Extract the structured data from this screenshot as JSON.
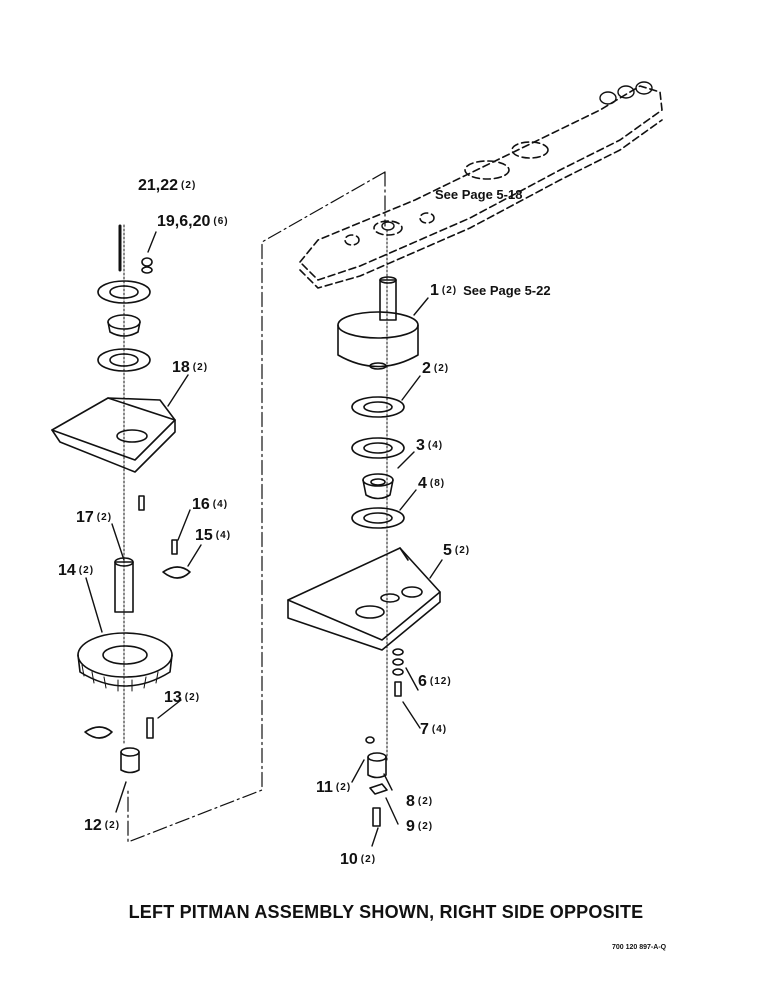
{
  "notes": {
    "see_page_top": "See Page 5-18",
    "see_page_pulley": "See Page 5-22"
  },
  "callouts": [
    {
      "id": "c-21-22",
      "num": "21,22",
      "qty": "(2)"
    },
    {
      "id": "c-19-6-20",
      "num": "19,6,20",
      "qty": "(6)"
    },
    {
      "id": "c-18",
      "num": "18",
      "qty": "(2)"
    },
    {
      "id": "c-17",
      "num": "17",
      "qty": "(2)"
    },
    {
      "id": "c-16",
      "num": "16",
      "qty": "(4)"
    },
    {
      "id": "c-15",
      "num": "15",
      "qty": "(4)"
    },
    {
      "id": "c-14",
      "num": "14",
      "qty": "(2)"
    },
    {
      "id": "c-13",
      "num": "13",
      "qty": "(2)"
    },
    {
      "id": "c-12",
      "num": "12",
      "qty": "(2)"
    },
    {
      "id": "c-1",
      "num": "1",
      "qty": "(2)"
    },
    {
      "id": "c-2",
      "num": "2",
      "qty": "(2)"
    },
    {
      "id": "c-3",
      "num": "3",
      "qty": "(4)"
    },
    {
      "id": "c-4",
      "num": "4",
      "qty": "(8)"
    },
    {
      "id": "c-5",
      "num": "5",
      "qty": "(2)"
    },
    {
      "id": "c-6",
      "num": "6",
      "qty": "(12)"
    },
    {
      "id": "c-7",
      "num": "7",
      "qty": "(4)"
    },
    {
      "id": "c-11",
      "num": "11",
      "qty": "(2)"
    },
    {
      "id": "c-8",
      "num": "8",
      "qty": "(2)"
    },
    {
      "id": "c-9",
      "num": "9",
      "qty": "(2)"
    },
    {
      "id": "c-10",
      "num": "10",
      "qty": "(2)"
    }
  ],
  "caption": "LEFT PITMAN ASSEMBLY SHOWN, RIGHT SIDE OPPOSITE",
  "drawing_number": "700 120 897-A-Q"
}
